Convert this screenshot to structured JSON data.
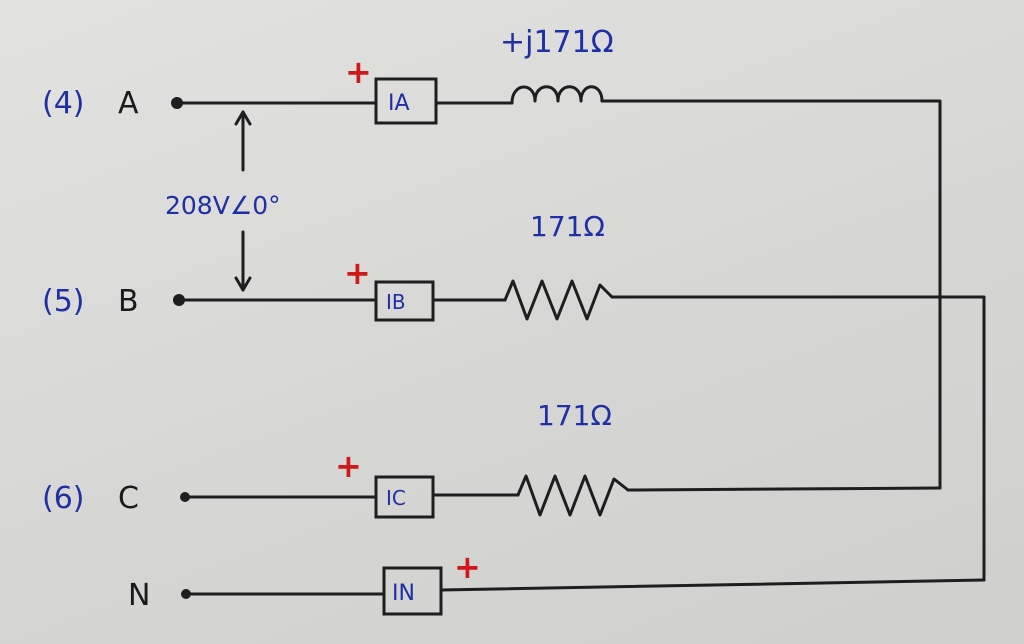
{
  "terminals": {
    "a": {
      "number": "(4)",
      "letter": "A"
    },
    "b": {
      "number": "(5)",
      "letter": "B"
    },
    "c": {
      "number": "(6)",
      "letter": "C"
    },
    "n": {
      "letter": "N"
    }
  },
  "source_voltage": "208V∠0°",
  "meters": {
    "a": {
      "label": "IA",
      "polarity": "+"
    },
    "b": {
      "label": "IB",
      "polarity": "+"
    },
    "c": {
      "label": "IC",
      "polarity": "+"
    },
    "n": {
      "label": "IN",
      "polarity": "+"
    }
  },
  "loads": {
    "inductor": {
      "label": "+j171Ω",
      "type": "inductor-icon"
    },
    "resistor_b": {
      "label": "171Ω",
      "type": "resistor-icon"
    },
    "resistor_c": {
      "label": "171Ω",
      "type": "resistor-icon"
    }
  },
  "colors": {
    "ink_blue": "#1f2fa6",
    "polarity_red": "#d01818",
    "wire": "#1e1e1e"
  }
}
